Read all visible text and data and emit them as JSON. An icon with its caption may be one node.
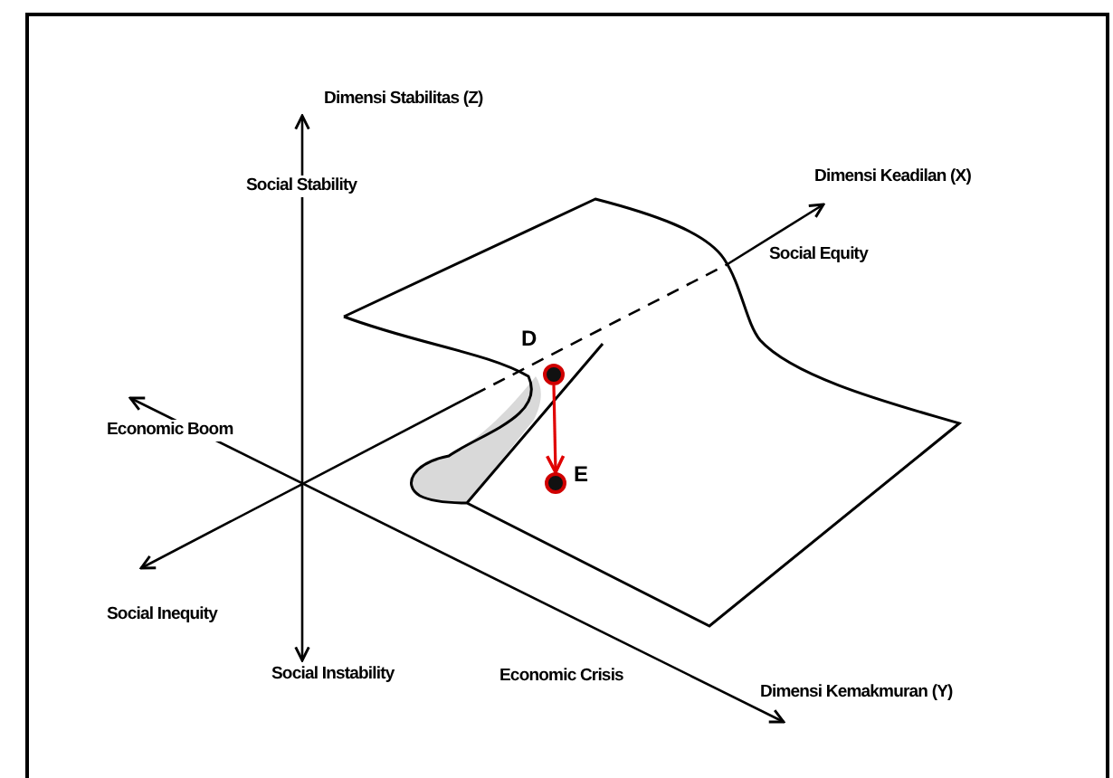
{
  "diagram": {
    "nodes": [
      {
        "text": [],
        "shape": "circle",
        "beside": [
          "D"
        ]
      },
      {
        "text": [],
        "shape": "circle",
        "beside": [
          "E"
        ]
      }
    ],
    "edges": [
      {
        "from": 0,
        "to": 1,
        "arrow": "to",
        "color": "#e00000"
      }
    ],
    "labels": [
      "Dimensi Stabilitas (Z)",
      "Social Stability",
      "Dimensi Keadilan (X)",
      "Social Equity",
      "Economic Boom",
      "Social Inequity",
      "Social Instability",
      "Economic Crisis",
      "Dimensi Kemakmuran (Y)"
    ]
  }
}
